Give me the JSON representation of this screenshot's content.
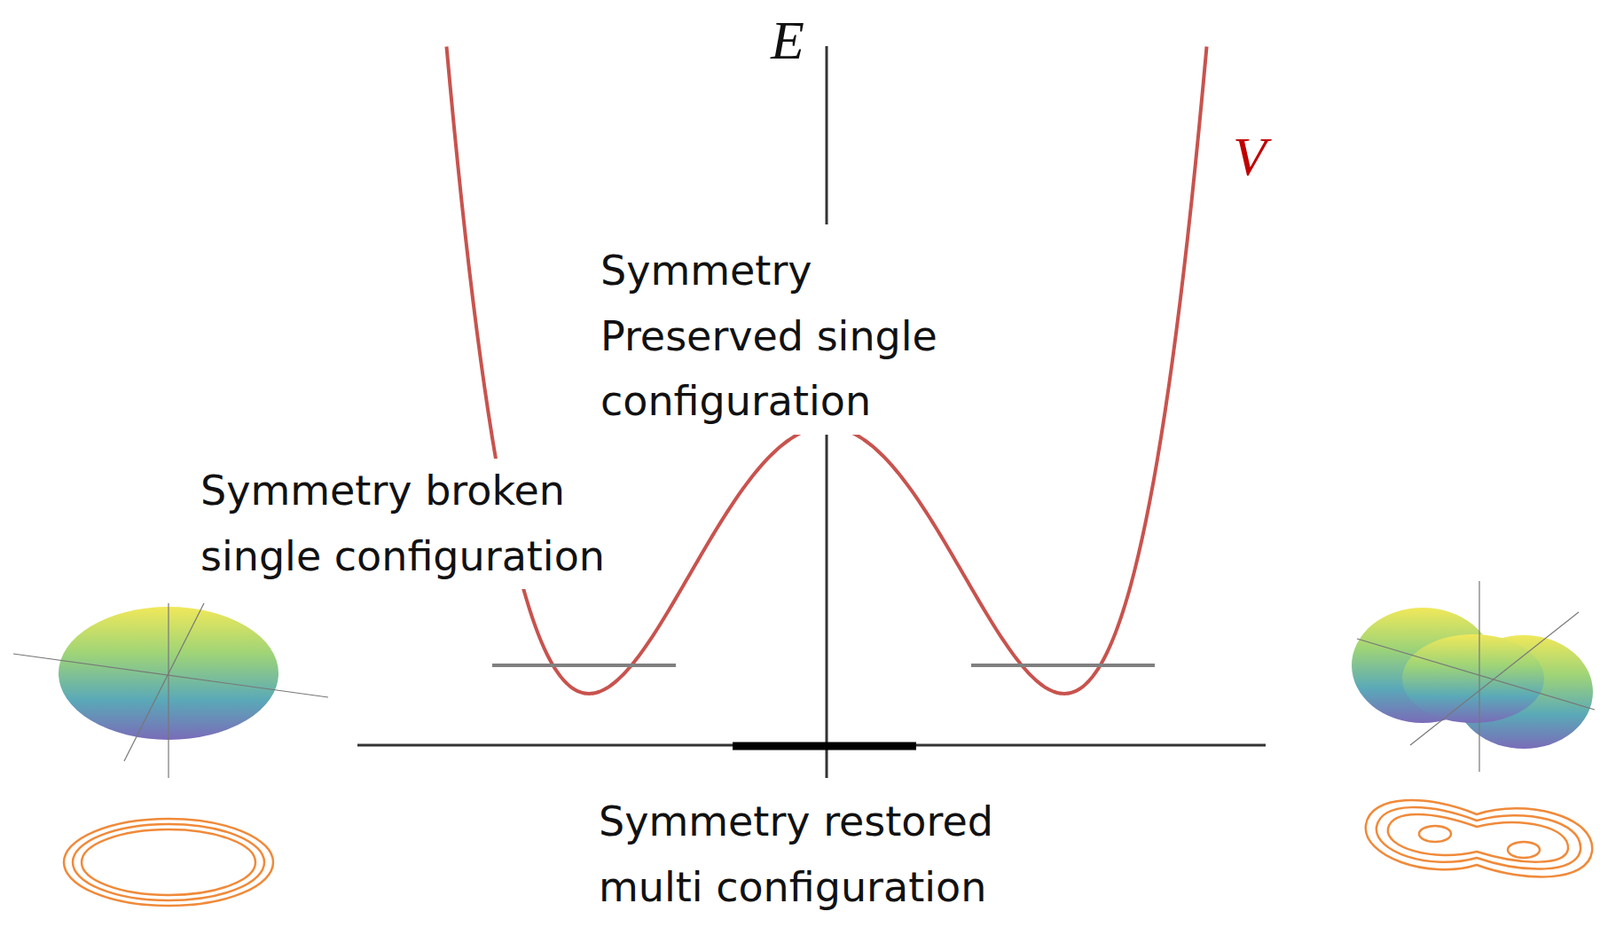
{
  "diagram": {
    "labels": [
      "E",
      "V",
      "Symmetry Preserved single configuration",
      "Symmetry broken single configuration",
      "Symmetry restored multi configuration"
    ]
  }
}
